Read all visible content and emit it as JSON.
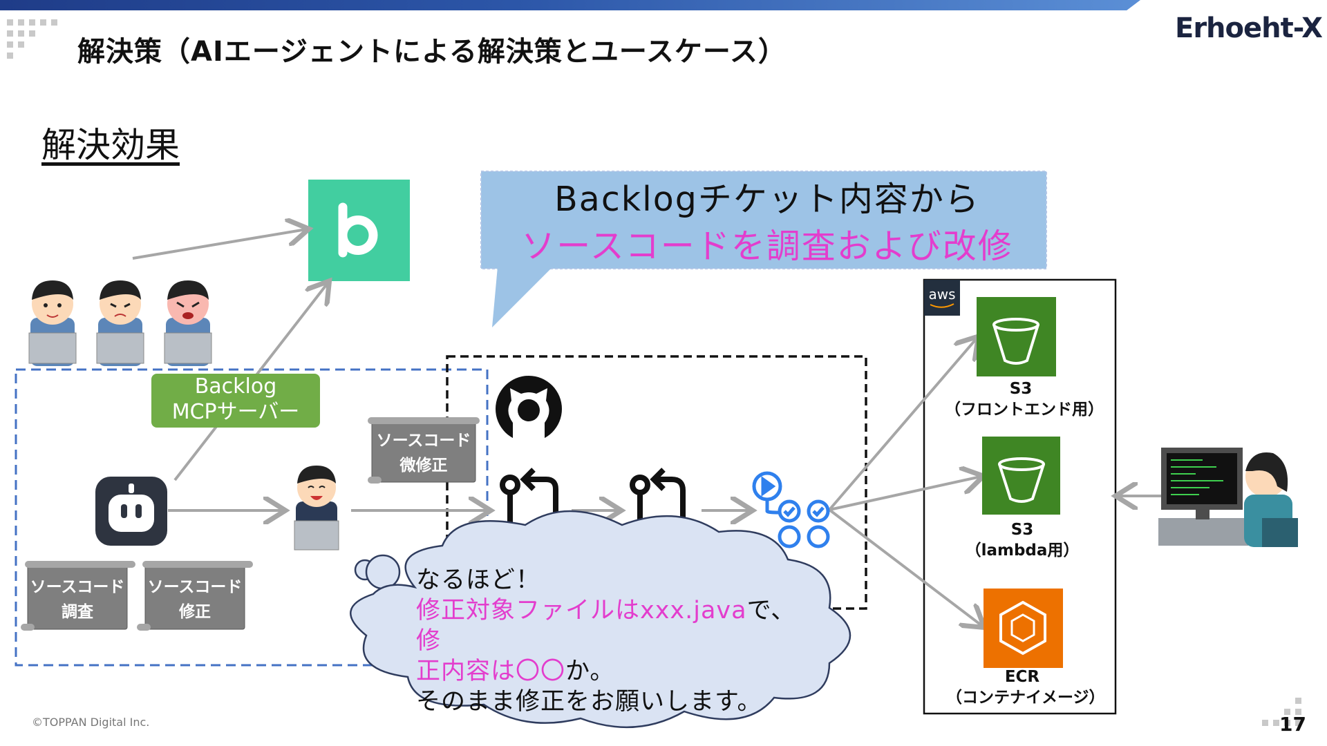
{
  "header": {
    "title": "解決策（AIエージェントによる解決策とユースケース）",
    "brand": "Erhoeht-X"
  },
  "section": {
    "subtitle": "解決効果"
  },
  "callout": {
    "line1": "Backlogチケット内容から",
    "line2": "ソースコードを調査および改修"
  },
  "mcp": {
    "line1": "Backlog",
    "line2": "MCPサーバー"
  },
  "scrolls": [
    {
      "line1": "ソースコード",
      "line2": "微修正"
    },
    {
      "line1": "ソースコード",
      "line2": "調査"
    },
    {
      "line1": "ソースコード",
      "line2": "修正"
    }
  ],
  "cloud": {
    "line1": "なるほど！",
    "line2_pink": "修正対象ファイルはxxx.java",
    "line2_rest": "で、",
    "line2_pink2": "修",
    "line3_pink": "正内容は〇〇",
    "line3_rest": "か。",
    "line4": "そのまま修正をお願いします。"
  },
  "aws": {
    "badge": "aws",
    "s3_frontend": {
      "name": "S3",
      "sub": "（フロントエンド用）"
    },
    "s3_lambda": {
      "name": "S3",
      "sub": "（lambda用）"
    },
    "ecr": {
      "name": "ECR",
      "sub": "（コンテナイメージ）"
    }
  },
  "footer": {
    "copyright": "©TOPPAN Digital Inc.",
    "page": "17"
  },
  "colors": {
    "accent_blue": "#2c56a8",
    "pink": "#e33dcd",
    "backlog_green": "#42cea0",
    "mcp_green": "#71ad47",
    "s3_green": "#3f8624",
    "ecr_orange": "#ed7100",
    "callout_blue": "#9dc3e6",
    "cloud_fill": "#dae3f3"
  },
  "icons": [
    "backlog-logo-icon",
    "github-icon",
    "pull-request-icon",
    "merge-icon",
    "github-actions-icon",
    "ai-agent-robot-icon",
    "s3-bucket-icon",
    "ecr-icon",
    "aws-logo-icon"
  ]
}
